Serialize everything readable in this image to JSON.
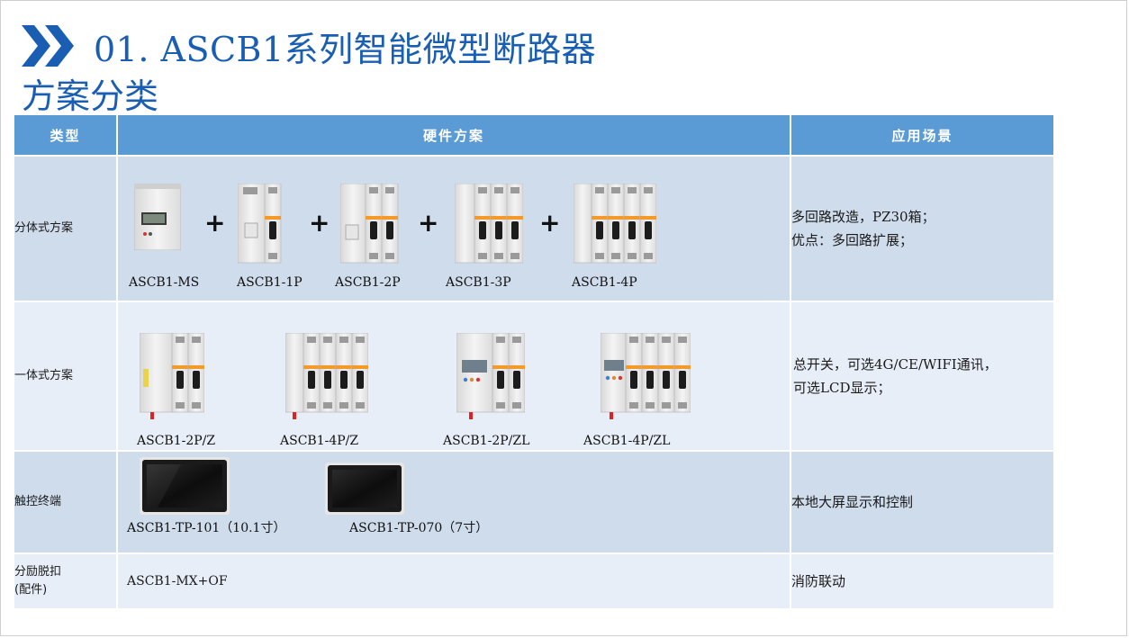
{
  "title": "01. ASCB1系列智能微型断路器",
  "subtitle": "方案分类",
  "header": {
    "type": "类型",
    "hardware": "硬件方案",
    "application": "应用场景"
  },
  "rows": [
    {
      "type": "分体式方案",
      "products": [
        "ASCB1-MS",
        "ASCB1-1P",
        "ASCB1-2P",
        "ASCB1-3P",
        "ASCB1-4P"
      ],
      "plus": "+",
      "application": [
        "多回路改造，PZ30箱；",
        "优点：多回路扩展；"
      ]
    },
    {
      "type": "一体式方案",
      "products": [
        "ASCB1-2P/Z",
        "ASCB1-4P/Z",
        "ASCB1-2P/ZL",
        "ASCB1-4P/ZL"
      ],
      "application": [
        "总开关，可选4G/CE/WIFI通讯，",
        "可选LCD显示；"
      ]
    },
    {
      "type": "触控终端",
      "products": [
        "ASCB1-TP-101（10.1寸）",
        "ASCB1-TP-070（7寸）"
      ],
      "application": [
        "本地大屏显示和控制"
      ]
    },
    {
      "type_lines": [
        "分励脱扣",
        "(配件)"
      ],
      "products": [
        "ASCB1-MX+OF"
      ],
      "application": [
        "消防联动"
      ]
    }
  ],
  "colors": {
    "title": "#1a5eb4",
    "header_bg": "#5b9bd5",
    "row_dark": "#cfdcec",
    "row_light": "#e8eef7",
    "accent_orange": "#f39a2b"
  }
}
